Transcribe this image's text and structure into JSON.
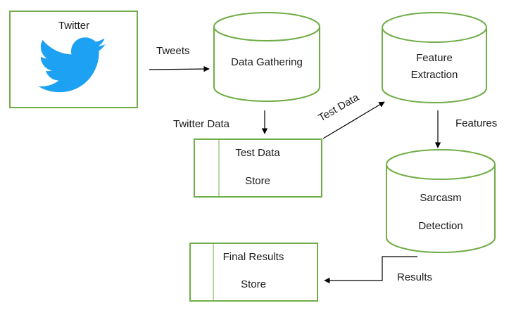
{
  "nodes": {
    "twitter": {
      "label": "Twitter",
      "icon": "twitter-bird-icon"
    },
    "data_gathering": {
      "label": "Data Gathering"
    },
    "feature_extraction": {
      "line1": "Feature",
      "line2": "Extraction"
    },
    "test_data_store": {
      "line1": "Test Data",
      "line2": "Store"
    },
    "sarcasm_detection": {
      "line1": "Sarcasm",
      "line2": "Detection"
    },
    "final_results_store": {
      "line1": "Final Results",
      "line2": "Store"
    }
  },
  "edges": {
    "tweets": "Tweets",
    "twitter_data": "Twitter Data",
    "test_data": "Test Data",
    "features": "Features",
    "results": "Results"
  },
  "colors": {
    "box_border": "#70ad47",
    "cylinder_stroke": "#70ad47",
    "twitter_blue": "#1da1f2",
    "arrow": "#000000"
  }
}
